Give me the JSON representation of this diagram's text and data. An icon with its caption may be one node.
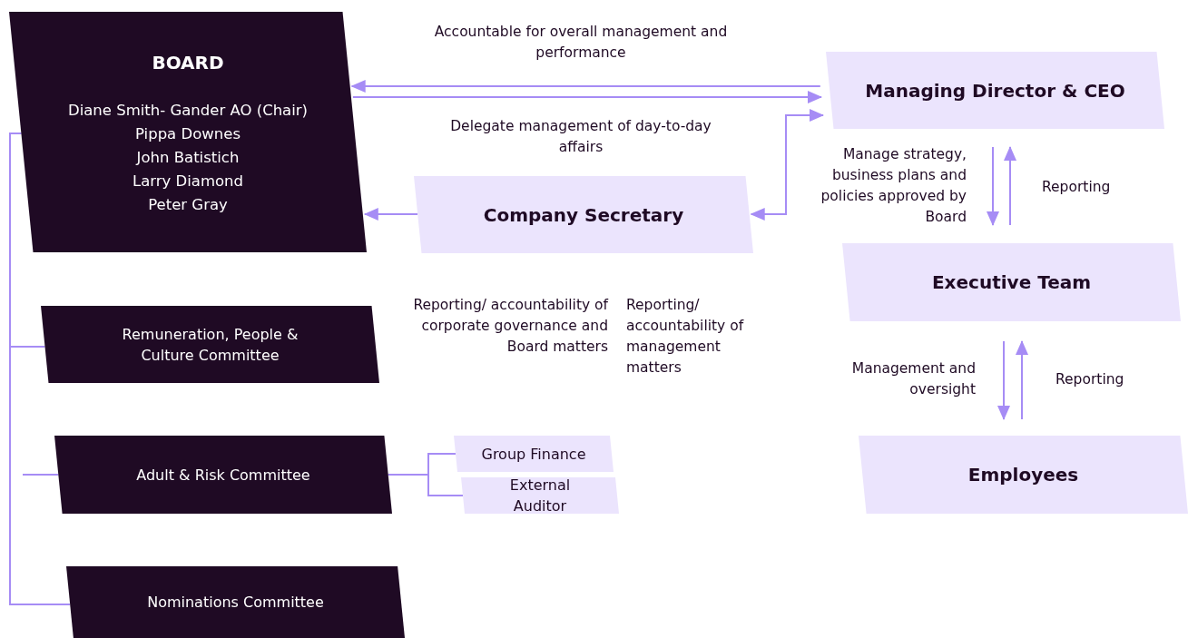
{
  "diagram": {
    "nodes": [
      {
        "text": [
          "BOARD",
          "Diane Smith- Gander AO (Chair)",
          "Pippa Downes",
          "John Batistich",
          "Larry Diamond",
          "Peter Gray"
        ]
      },
      {
        "text": [
          "Managing Director & CEO"
        ]
      },
      {
        "text": [
          "Company Secretary"
        ]
      },
      {
        "text": [
          "Executive Team"
        ]
      },
      {
        "text": [
          "Employees"
        ]
      },
      {
        "text": [
          "Remuneration, People & Culture Committee"
        ]
      },
      {
        "text": [
          "Adult & Risk Committee"
        ]
      },
      {
        "text": [
          "Nominations Committee"
        ]
      },
      {
        "text": [
          "Group Finance"
        ]
      },
      {
        "text": [
          "External Auditor"
        ]
      }
    ],
    "edges": [
      {
        "from": 1,
        "to": 0,
        "arrow": "to",
        "label": "Accountable for overall management and performance"
      },
      {
        "from": 0,
        "to": 1,
        "arrow": "to",
        "label": "Delegate management of day-to-day affairs"
      },
      {
        "from": 2,
        "to": 0,
        "arrow": "to"
      },
      {
        "from": 2,
        "to": 1,
        "arrow": "both"
      },
      {
        "from": 1,
        "to": 3,
        "arrow": "to",
        "label": "Manage strategy, business plans and policies approved by Board"
      },
      {
        "from": 3,
        "to": 1,
        "arrow": "to",
        "label": "Reporting"
      },
      {
        "from": 3,
        "to": 4,
        "arrow": "to",
        "label": "Management and oversight"
      },
      {
        "from": 4,
        "to": 3,
        "arrow": "to",
        "label": "Reporting"
      },
      {
        "from": 0,
        "to": 5,
        "arrow": "none"
      },
      {
        "from": null,
        "to": 6,
        "arrow": "none"
      },
      {
        "from": 0,
        "to": 7,
        "arrow": "none"
      },
      {
        "from": 6,
        "to": 8,
        "arrow": "none"
      },
      {
        "from": 6,
        "to": 9,
        "arrow": "none"
      }
    ],
    "labels": [
      "Reporting/ accountability of corporate governance and Board matters",
      "Reporting/ accountability of management matters"
    ]
  }
}
